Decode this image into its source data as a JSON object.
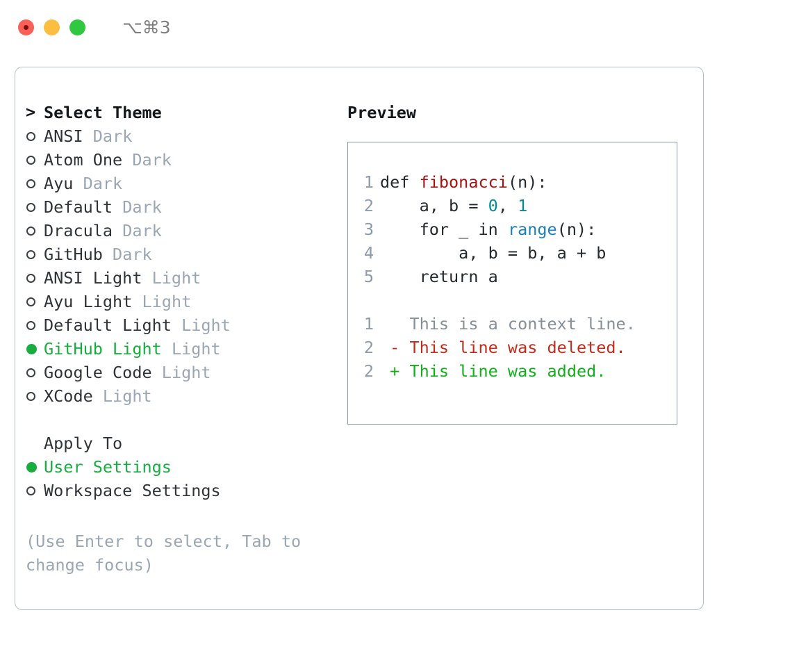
{
  "titlebar": {
    "shortcut": "⌥⌘3",
    "lights": [
      "close",
      "minimize",
      "maximize"
    ]
  },
  "theme_selector": {
    "heading_marker": ">",
    "heading": "Select Theme",
    "marker_selected": "●",
    "marker_unselected": "○",
    "items": [
      {
        "label": "ANSI",
        "badge": "Dark",
        "selected": false
      },
      {
        "label": "Atom One",
        "badge": "Dark",
        "selected": false
      },
      {
        "label": "Ayu",
        "badge": "Dark",
        "selected": false
      },
      {
        "label": "Default",
        "badge": "Dark",
        "selected": false
      },
      {
        "label": "Dracula",
        "badge": "Dark",
        "selected": false
      },
      {
        "label": "GitHub",
        "badge": "Dark",
        "selected": false
      },
      {
        "label": "ANSI Light",
        "badge": "Light",
        "selected": false
      },
      {
        "label": "Ayu Light",
        "badge": "Light",
        "selected": false
      },
      {
        "label": "Default Light",
        "badge": "Light",
        "selected": false
      },
      {
        "label": "GitHub Light",
        "badge": "Light",
        "selected": true
      },
      {
        "label": "Google Code",
        "badge": "Light",
        "selected": false
      },
      {
        "label": "XCode",
        "badge": "Light",
        "selected": false
      }
    ]
  },
  "apply_to": {
    "title": "Apply To",
    "options": [
      {
        "label": "User Settings",
        "selected": true
      },
      {
        "label": "Workspace Settings",
        "selected": false
      }
    ]
  },
  "hint": "(Use Enter to select, Tab to change focus)",
  "preview": {
    "title": "Preview",
    "code_lines": [
      {
        "n": "1",
        "tokens": [
          {
            "t": "def ",
            "k": "code-text"
          },
          {
            "t": "fibonacci",
            "k": "tok-func"
          },
          {
            "t": "(n):",
            "k": "code-text"
          }
        ]
      },
      {
        "n": "2",
        "tokens": [
          {
            "t": "    a, b = ",
            "k": "code-text"
          },
          {
            "t": "0",
            "k": "tok-num"
          },
          {
            "t": ", ",
            "k": "code-text"
          },
          {
            "t": "1",
            "k": "tok-num"
          }
        ]
      },
      {
        "n": "3",
        "tokens": [
          {
            "t": "    for _ in ",
            "k": "code-text"
          },
          {
            "t": "range",
            "k": "tok-builtin"
          },
          {
            "t": "(n):",
            "k": "code-text"
          }
        ]
      },
      {
        "n": "4",
        "tokens": [
          {
            "t": "        a, b = b, a + b",
            "k": "code-text"
          }
        ]
      },
      {
        "n": "5",
        "tokens": [
          {
            "t": "    return a",
            "k": "code-text"
          }
        ]
      }
    ],
    "diff_lines": [
      {
        "n": "1",
        "text": "   This is a context line.",
        "kind": "diff-ctx"
      },
      {
        "n": "2",
        "text": " - This line was deleted.",
        "kind": "diff-del"
      },
      {
        "n": "2",
        "text": " + This line was added.",
        "kind": "diff-add"
      }
    ]
  },
  "colors": {
    "accent_green": "#18ad3f",
    "badge_grey": "#9aa6b4",
    "hint_grey": "#9aa6b4",
    "panel_border": "#b3bdc9",
    "code_border": "#8c9aab",
    "lineno": "#8b9aad",
    "diff_delete": "#c42b1c",
    "diff_add": "#12b018",
    "func_red": "#a31515",
    "builtin_blue": "#1a7fbd",
    "number_teal": "#0b8a8a",
    "light_red": "#fb6058",
    "light_yellow": "#fcbe40",
    "light_green": "#2fc840"
  }
}
